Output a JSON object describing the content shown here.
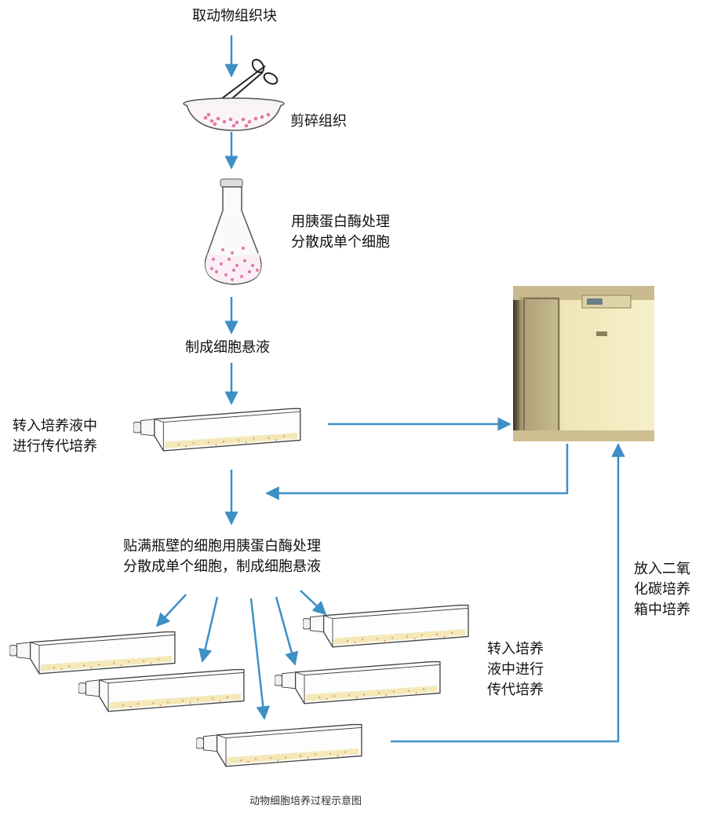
{
  "steps": {
    "take_tissue": "取动物组织块",
    "mince": "剪碎组织",
    "trypsin_line1": "用胰蛋白酶处理",
    "trypsin_line2": "分散成单个细胞",
    "suspension": "制成细胞悬液",
    "transfer_line1": "转入培养液中",
    "transfer_line2": "进行传代培养",
    "adherent_line1": "贴满瓶壁的细胞用胰蛋白酶处理",
    "adherent_line2": "分散成单个细胞，制成细胞悬液",
    "subculture_line1": "转入培养",
    "subculture_line2": "液中进行",
    "subculture_line3": "传代培养",
    "incubator_line1": "放入二氧",
    "incubator_line2": "化碳培养",
    "incubator_line3": "箱中培养"
  },
  "caption": "动物细胞培养过程示意图",
  "colors": {
    "arrow": "#3d8fc6",
    "cells": "#e07aa8",
    "medium": "#f3e9b8",
    "incubator": "#f2ecc0"
  }
}
